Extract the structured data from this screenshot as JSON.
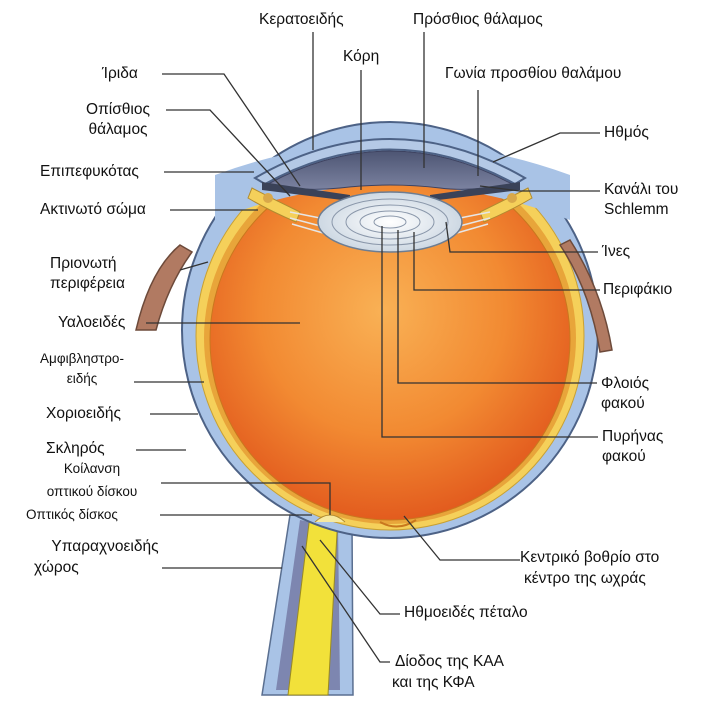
{
  "diagram": {
    "labels": {
      "cornea": "Κερατοειδής",
      "anterior_chamber": "Πρόσθιος θάλαμος",
      "pupil": "Κόρη",
      "iris": "Ίριδα",
      "anterior_chamber_angle": "Γωνία προσθίου θαλάμου",
      "posterior_chamber_1": "Οπίσθιος",
      "posterior_chamber_2": "θάλαμος",
      "limbus": "Ηθμός",
      "conjunctiva": "Επιπεφυκότας",
      "schlemm_1": "Κανάλι του",
      "schlemm_2": "Schlemm",
      "ciliary_body": "Ακτινωτό σώμα",
      "zonules": "Ίνες",
      "ora_serrata_1": "Πριονωτή",
      "ora_serrata_2": "περιφέρεια",
      "lens_capsule": "Περιφάκιο",
      "vitreous": "Υαλοειδές",
      "retina_1": "Αμφιβληστρο-",
      "retina_2": "ειδής",
      "lens_cortex_1": "Φλοιός",
      "lens_cortex_2": "φακού",
      "choroid": "Χοριοειδής",
      "sclera": "Σκληρός",
      "lens_nucleus_1": "Πυρήνας",
      "lens_nucleus_2": "φακού",
      "cup_1": "Κοίλανση",
      "cup_2": "οπτικού δίσκου",
      "optic_disc": "Οπτικός δίσκος",
      "fovea_1": "Κεντρικό βοθρίο στο",
      "fovea_2": "κέντρο της ωχράς",
      "subarachnoid_1": "Υπαραχνοειδής",
      "subarachnoid_2": "χώρος",
      "lamina_cribrosa": "Ηθμοειδές πέταλο",
      "vessels_1": "Δίοδος της ΚΑΑ",
      "vessels_2": "και της ΚΦΑ"
    },
    "colors": {
      "sclera": "#a9c3e6",
      "choroid": "#f6d35a",
      "retina_edge": "#d08a1c",
      "vitreous_center": "#f7a040",
      "vitreous_edge": "#e2531a",
      "cornea": "#b4c9e6",
      "chamber": "#5f6680",
      "lens": "#e7eef4",
      "lead_line": "#333333"
    }
  }
}
